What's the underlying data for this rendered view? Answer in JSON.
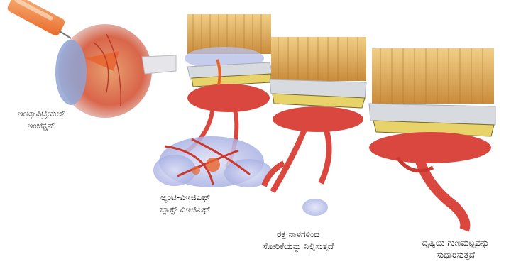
{
  "labels": {
    "injection": [
      "ಇಂಟ್ರಾವಿಟ್ರಿಯಲ್",
      "ಇಂಜೆಕ್ಷನ್"
    ],
    "blocks": [
      "ಆ್ಯಂಟಿ-ವಿಇಜಿಎಫ್",
      "ಬ್ಲಾಕ್ಸ್ ವಿಇಜಿಎಫ್"
    ],
    "stops_leak": [
      "ರಕ್ತ ನಾಳಗಳಿಂದ",
      "ಸೋರಿಕೆಯನ್ನು ನಿಲ್ಲಿಸುತ್ತದೆ"
    ],
    "improves_vision": [
      "ದೃಷ್ಟಿಯ ಗುಣಮಟ್ಟವನ್ನು",
      "ಸುಧಾರಿಸುತ್ತದೆ"
    ]
  },
  "colors": {
    "vessel": "#d9473f",
    "vessel_dark": "#a8231f",
    "photoreceptor": "#e2b060",
    "membrane": "#e8d36a",
    "cell_layer": "#d7dbe0",
    "fluid": "#b8bfe6",
    "drug": "#e8622a",
    "syringe": "#f29a5c"
  },
  "icons": [
    "syringe-icon",
    "eyeball-icon"
  ]
}
